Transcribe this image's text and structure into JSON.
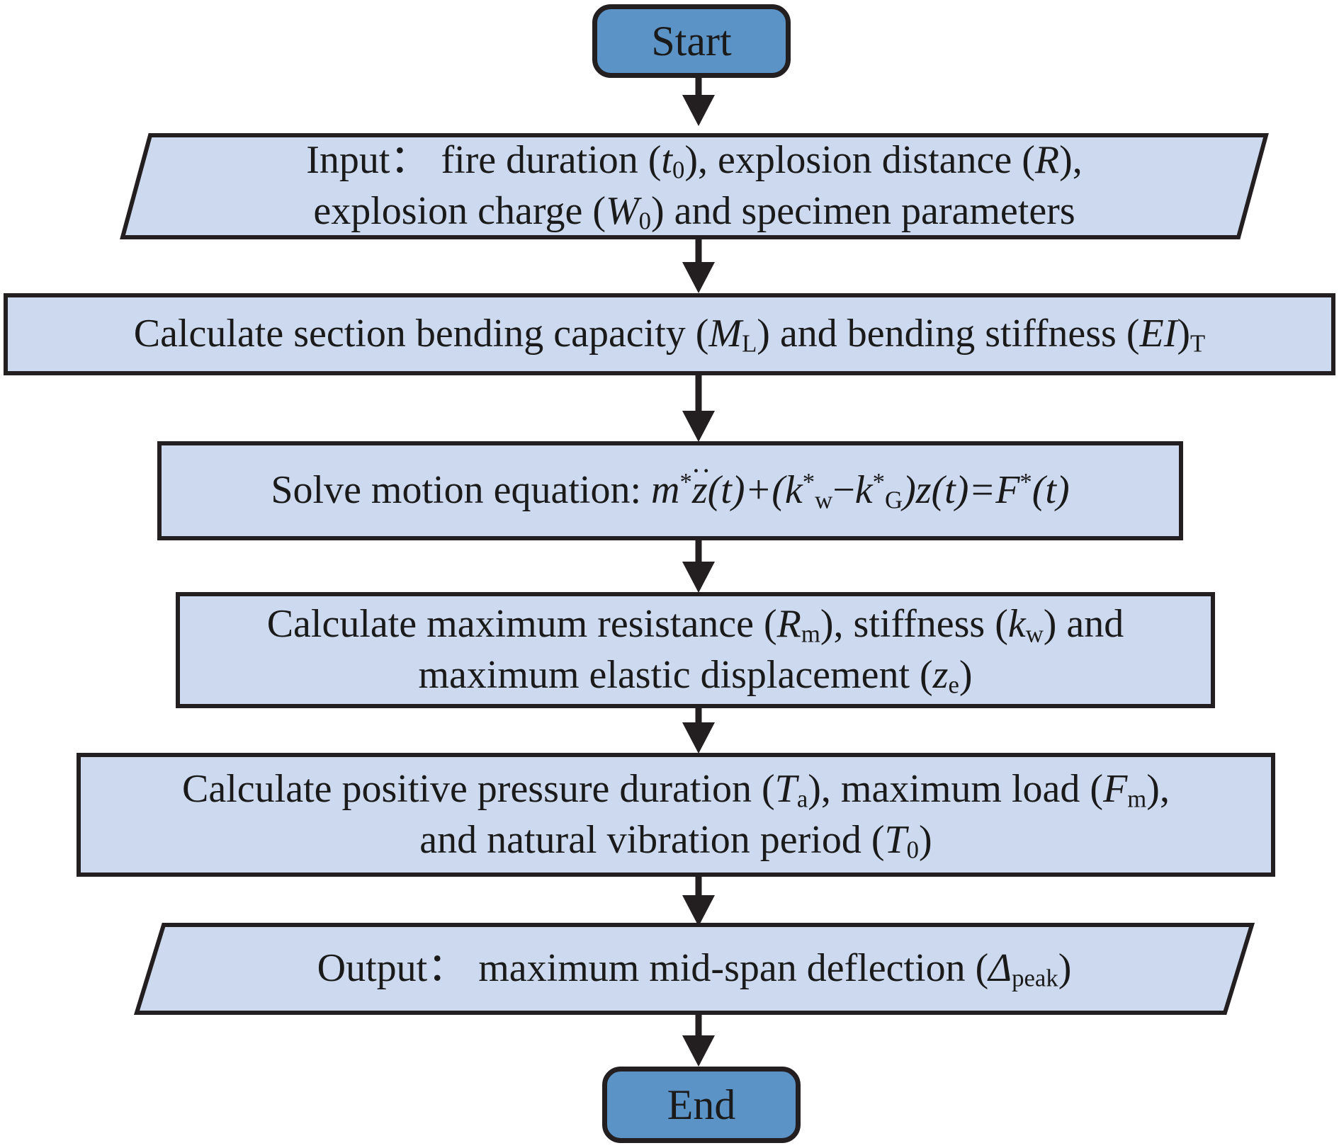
{
  "figure": {
    "type": "flowchart",
    "title": "Calculation procedure flowchart for maximum mid-span deflection under fire and blast",
    "orientation": "top-to-bottom",
    "colors": {
      "terminator_fill": "#5b93c7",
      "process_fill": "#ccd9ee",
      "io_fill": "#ccd9ee",
      "stroke": "#231f20",
      "text": "#1a1a1a",
      "background": "#ffffff"
    }
  },
  "nodes": [
    {
      "id": "start",
      "shape": "terminator",
      "label": "Start"
    },
    {
      "id": "input",
      "shape": "parallelogram",
      "line1_prefix": "Input：",
      "line1_a": "fire duration (",
      "line1_t": "t",
      "line1_t_sub": "0",
      "line1_b": "), explosion distance (",
      "line1_R": "R",
      "line1_c": "),",
      "line2_a": "explosion charge (",
      "line2_W": "W",
      "line2_W_sub": "0",
      "line2_b": ") and specimen parameters",
      "plain": "Input： fire duration (t0), explosion distance (R), explosion charge (W0) and specimen parameters"
    },
    {
      "id": "bending",
      "shape": "process",
      "a": "Calculate section bending capacity (",
      "M": "M",
      "M_sub": "L",
      "b": ") and bending stiffness (",
      "EI": "EI",
      "EI_sub": "T",
      "c": ")",
      "plain": "Calculate section bending capacity (ML) and bending stiffness (EI)T"
    },
    {
      "id": "motion",
      "shape": "process",
      "prefix": "Solve motion equation: ",
      "eq_m": "m",
      "eq_m_sup": "*",
      "eq_zdd": "z",
      "eq_zdd_dots": "··",
      "eq_t1": "(t)+(",
      "eq_k1": "k",
      "eq_k1_sup": "*",
      "eq_k1_sub": "w",
      "eq_minus": "−",
      "eq_k2": "k",
      "eq_k2_sup": "*",
      "eq_k2_sub": "G",
      "eq_t2": ")z(t)=",
      "eq_F": "F",
      "eq_F_sup": "*",
      "eq_t3": "(t)",
      "plain": "Solve motion equation: m*z̈(t)+(k*w−k*G)z(t)=F *(t)"
    },
    {
      "id": "resistance",
      "shape": "process",
      "line1_a": "Calculate maximum resistance (",
      "line1_R": "R",
      "line1_R_sub": "m",
      "line1_b": "), stiffness (",
      "line1_k": "k",
      "line1_k_sub": "w",
      "line1_c": ") and",
      "line2_a": "maximum elastic displacement (",
      "line2_z": "z",
      "line2_z_sub": "e",
      "line2_b": ")",
      "plain": "Calculate maximum resistance (Rm), stiffness (kw) and maximum elastic displacement (ze)"
    },
    {
      "id": "pressure",
      "shape": "process",
      "line1_a": "Calculate positive pressure duration (",
      "line1_T": "T",
      "line1_T_sub": "a",
      "line1_b": "), maximum load (",
      "line1_F": "F",
      "line1_F_sub": "m",
      "line1_c": "),",
      "line2_a": "and natural vibration period (",
      "line2_T": "T",
      "line2_T_sub": "0",
      "line2_b": ")",
      "plain": "Calculate positive pressure duration (Ta), maximum load (Fm), and natural vibration period (T0)"
    },
    {
      "id": "output",
      "shape": "parallelogram",
      "prefix": "Output：",
      "a": "maximum mid-span deflection (",
      "delta": "Δ",
      "delta_sub": "peak",
      "b": ")",
      "plain": "Output： maximum mid-span deflection (Δpeak)"
    },
    {
      "id": "end",
      "shape": "terminator",
      "label": "End"
    }
  ],
  "connectors": [
    {
      "from": "start",
      "to": "input",
      "style": "arrow-down"
    },
    {
      "from": "input",
      "to": "bending",
      "style": "arrow-down"
    },
    {
      "from": "bending",
      "to": "motion",
      "style": "arrow-down"
    },
    {
      "from": "motion",
      "to": "resistance",
      "style": "arrow-down"
    },
    {
      "from": "resistance",
      "to": "pressure",
      "style": "arrow-down"
    },
    {
      "from": "pressure",
      "to": "output",
      "style": "arrow-down"
    },
    {
      "from": "output",
      "to": "end",
      "style": "arrow-down"
    }
  ]
}
